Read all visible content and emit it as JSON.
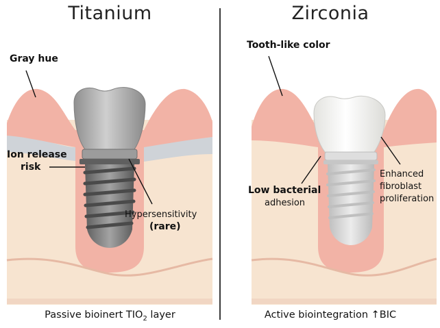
{
  "left": {
    "title": "Titanium",
    "labels": {
      "gray_hue": "Gray hue",
      "ion_release_line1": "Ion release",
      "ion_release_line2": "risk",
      "hypersensitivity_line1": "Hypersensitivity",
      "hypersensitivity_line2": "(rare)"
    },
    "caption_pre": "Passive bioinert TIO",
    "caption_sub": "2",
    "caption_post": " layer"
  },
  "right": {
    "title": "Zirconia",
    "labels": {
      "tooth_like_color": "Tooth-like color",
      "low_bacterial_line1": "Low bacterial",
      "low_bacterial_line2": "adhesion",
      "fibroblast_line1": "Enhanced",
      "fibroblast_line2": "fibroblast",
      "fibroblast_line3": "proliferation"
    },
    "caption": "Active biointegration ↑BIC"
  },
  "colors": {
    "gum": "#f2b3a6",
    "gum_dark": "#e89a8c",
    "bone": "#f7e4d0",
    "bone_line": "#e6b9a4",
    "titanium": "#9a9a9a",
    "zirconia_crown": "#f4f4f1",
    "zirconia_post": "#d3d3d3"
  }
}
